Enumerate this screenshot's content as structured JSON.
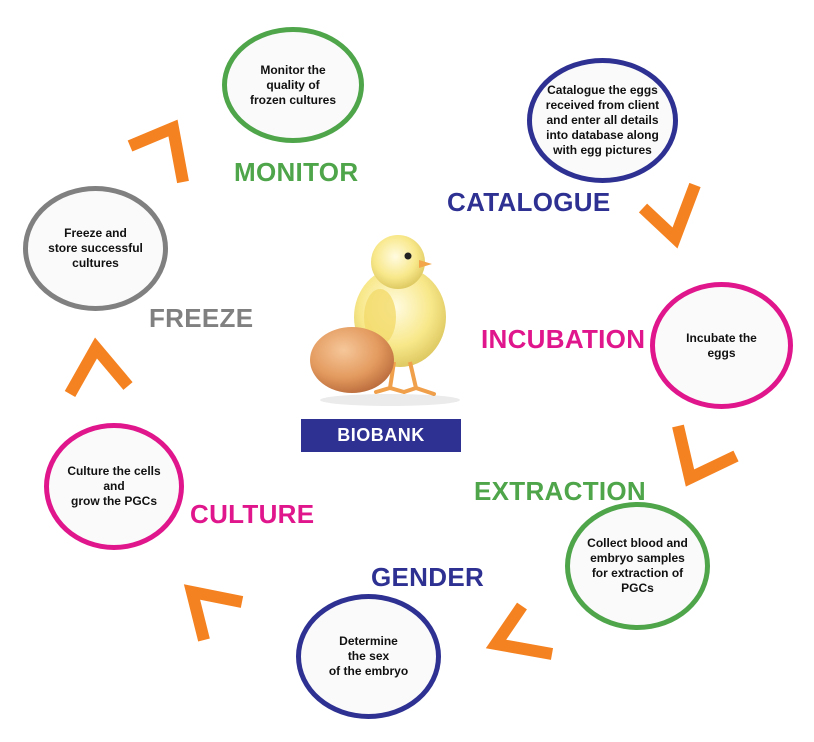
{
  "steps": [
    {
      "key": "monitor",
      "label": "MONITOR",
      "text": "Monitor the\nquality of\nfrozen cultures",
      "color": "#4ea54a"
    },
    {
      "key": "catalogue",
      "label": "CATALOGUE",
      "text": "Catalogue the eggs\nreceived from client\nand enter all details\ninto database along\nwith egg pictures",
      "color": "#2e3192"
    },
    {
      "key": "incubation",
      "label": "INCUBATION",
      "text": "Incubate the\neggs",
      "color": "#e0168c"
    },
    {
      "key": "extraction",
      "label": "EXTRACTION",
      "text": "Collect blood and\nembryo samples\nfor extraction of\nPGCs",
      "color": "#4ea54a"
    },
    {
      "key": "gender",
      "label": "GENDER",
      "text": "Determine\nthe sex\nof the embryo",
      "color": "#2e3192"
    },
    {
      "key": "culture",
      "label": "CULTURE",
      "text": "Culture  the cells\nand\ngrow the PGCs",
      "color": "#e0168c"
    },
    {
      "key": "freeze",
      "label": "FREEZE",
      "text": "Freeze and\nstore successful\ncultures",
      "color": "#808080"
    }
  ],
  "center": {
    "label": "BIOBANK",
    "image": "chick-and-egg"
  },
  "arrow_color": "#f58220"
}
